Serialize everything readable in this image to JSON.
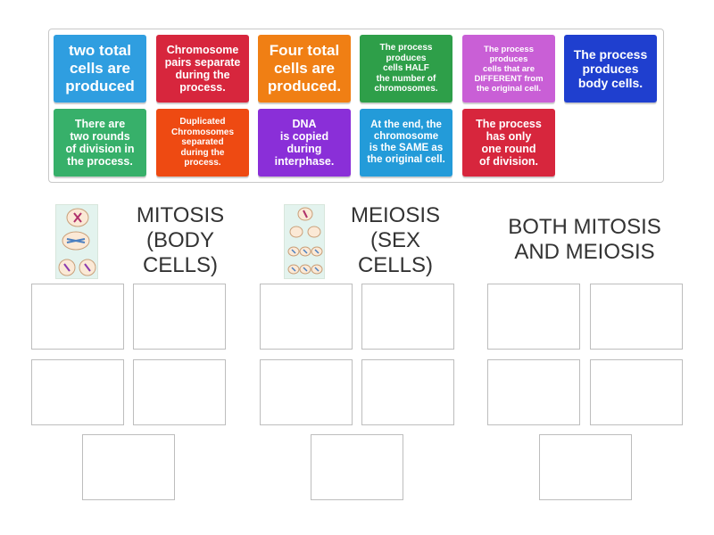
{
  "cards": [
    {
      "text": "two total\ncells are\nproduced",
      "color": "#2f9ee0"
    },
    {
      "text": "Chromosome\npairs separate\nduring the\nprocess.",
      "color": "#d7263d"
    },
    {
      "text": "Four total\ncells are\nproduced.",
      "color": "#f07f14"
    },
    {
      "text": "The process\nproduces\ncells HALF\nthe number of\nchromosomes.",
      "color": "#2e9f49"
    },
    {
      "text": "The process\nproduces\ncells that are\nDIFFERENT from\nthe original cell.",
      "color": "#c95fd6"
    },
    {
      "text": "The process\nproduces\nbody cells.",
      "color": "#1f3fcf"
    },
    {
      "text": "There are\ntwo rounds\nof division in\nthe process.",
      "color": "#37b06a"
    },
    {
      "text": "Duplicated\nChromosomes\nseparated\nduring the\nprocess.",
      "color": "#ee4a12"
    },
    {
      "text": "DNA\nis copied\nduring\ninterphase.",
      "color": "#8a2fd8"
    },
    {
      "text": "At the end, the\nchromosome\nis the SAME as\nthe original cell.",
      "color": "#239bd9"
    },
    {
      "text": "The process\nhas only\none round\nof division.",
      "color": "#d7263d"
    }
  ],
  "groups": [
    {
      "title": "MITOSIS\n(BODY\nCELLS)",
      "image": "mitosis-diagram"
    },
    {
      "title": "MEIOSIS\n(SEX\nCELLS)",
      "image": "meiosis-diagram"
    },
    {
      "title": "BOTH MITOSIS\nAND MEIOSIS"
    }
  ]
}
